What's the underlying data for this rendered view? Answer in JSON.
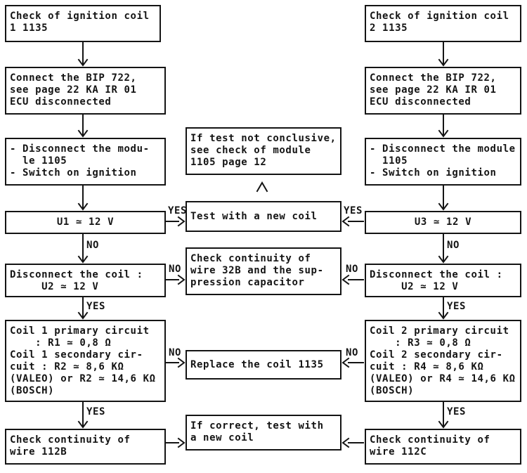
{
  "page": {
    "background": "#ffffff",
    "ink": "#141414"
  },
  "left": {
    "title": "Check of ignition coil\n1 1135",
    "connect_bip": "Connect the BIP 722,\nsee page 22 KA IR 01\nECU disconnected",
    "disconnect_module": "- Disconnect the modu-\n  le 1105\n- Switch on ignition",
    "u_test": "U1 ≃ 12 V",
    "disconnect_coil": "Disconnect the coil :\n     U2 ≃ 12 V",
    "coil_circuit": "Coil 1 primary circuit\n    : R1 ≃ 0,8 Ω\nCoil 1 secondary cir-\ncuit : R2 ≃ 8,6 KΩ\n(VALEO) or R2 ≃ 14,6 KΩ\n(BOSCH)",
    "continuity": "Check continuity of\nwire 112B"
  },
  "middle": {
    "not_conclusive": "If test not conclusive,\nsee check of module\n1105 page 12",
    "new_coil": "Test with a new coil",
    "wire_32b": "Check continuity of\nwire 32B and the sup-\npression capacitor",
    "replace_coil": "Replace the coil 1135",
    "if_correct": "If correct, test with\na new coil"
  },
  "right": {
    "title": "Check of ignition coil\n2 1135",
    "connect_bip": "Connect the BIP 722,\nsee page 22 KA IR 01\nECU disconnected",
    "disconnect_module": "- Disconnect the module\n  1105\n- Switch on ignition",
    "u_test": "U3 ≃ 12 V",
    "disconnect_coil": "Disconnect the coil :\n     U2 ≃ 12 V",
    "coil_circuit": "Coil 2 primary circuit\n    : R3 ≃ 0,8 Ω\nCoil 2 secondary cir-\ncuit : R4 ≃ 8,6 KΩ\n(VALEO) or R4 ≃ 14,6 KΩ\n(BOSCH)",
    "continuity": "Check continuity of\nwire 112C"
  },
  "labels": {
    "yes": "YES",
    "no": "NO"
  }
}
